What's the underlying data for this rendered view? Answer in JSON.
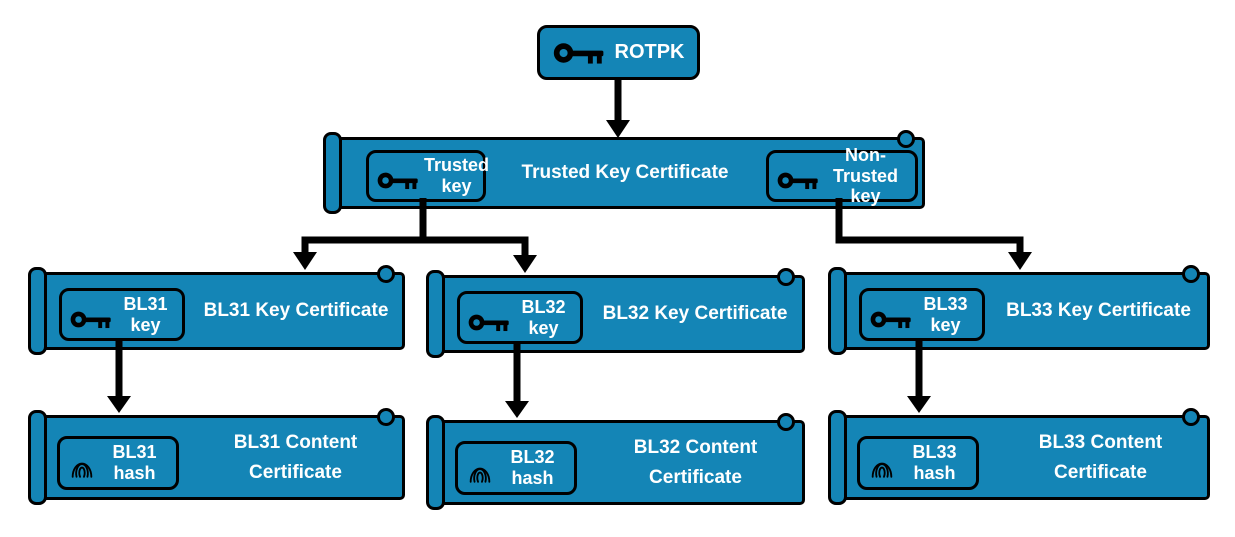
{
  "colors": {
    "node_fill": "#1485b6",
    "border": "#000000",
    "text": "#ffffff",
    "arrow": "#000000"
  },
  "icons": {
    "key": "key-icon",
    "fingerprint": "fingerprint-icon"
  },
  "rotpk": {
    "label": "ROTPK"
  },
  "trusted_cert": {
    "label": "Trusted Key Certificate",
    "trusted_key_badge": {
      "line1": "Trusted",
      "line2": "key"
    },
    "non_trusted_key_badge": {
      "line1": "Non-Trusted",
      "line2": "key"
    }
  },
  "key_certs": [
    {
      "badge": {
        "line1": "BL31",
        "line2": "key"
      },
      "label": "BL31 Key Certificate"
    },
    {
      "badge": {
        "line1": "BL32",
        "line2": "key"
      },
      "label": "BL32 Key Certificate"
    },
    {
      "badge": {
        "line1": "BL33",
        "line2": "key"
      },
      "label": "BL33 Key Certificate"
    }
  ],
  "content_certs": [
    {
      "badge": {
        "line1": "BL31",
        "line2": "hash"
      },
      "label": "BL31 Content Certificate"
    },
    {
      "badge": {
        "line1": "BL32",
        "line2": "hash"
      },
      "label": "BL32 Content Certificate"
    },
    {
      "badge": {
        "line1": "BL33",
        "line2": "hash"
      },
      "label": "BL33 Content Certificate"
    }
  ]
}
